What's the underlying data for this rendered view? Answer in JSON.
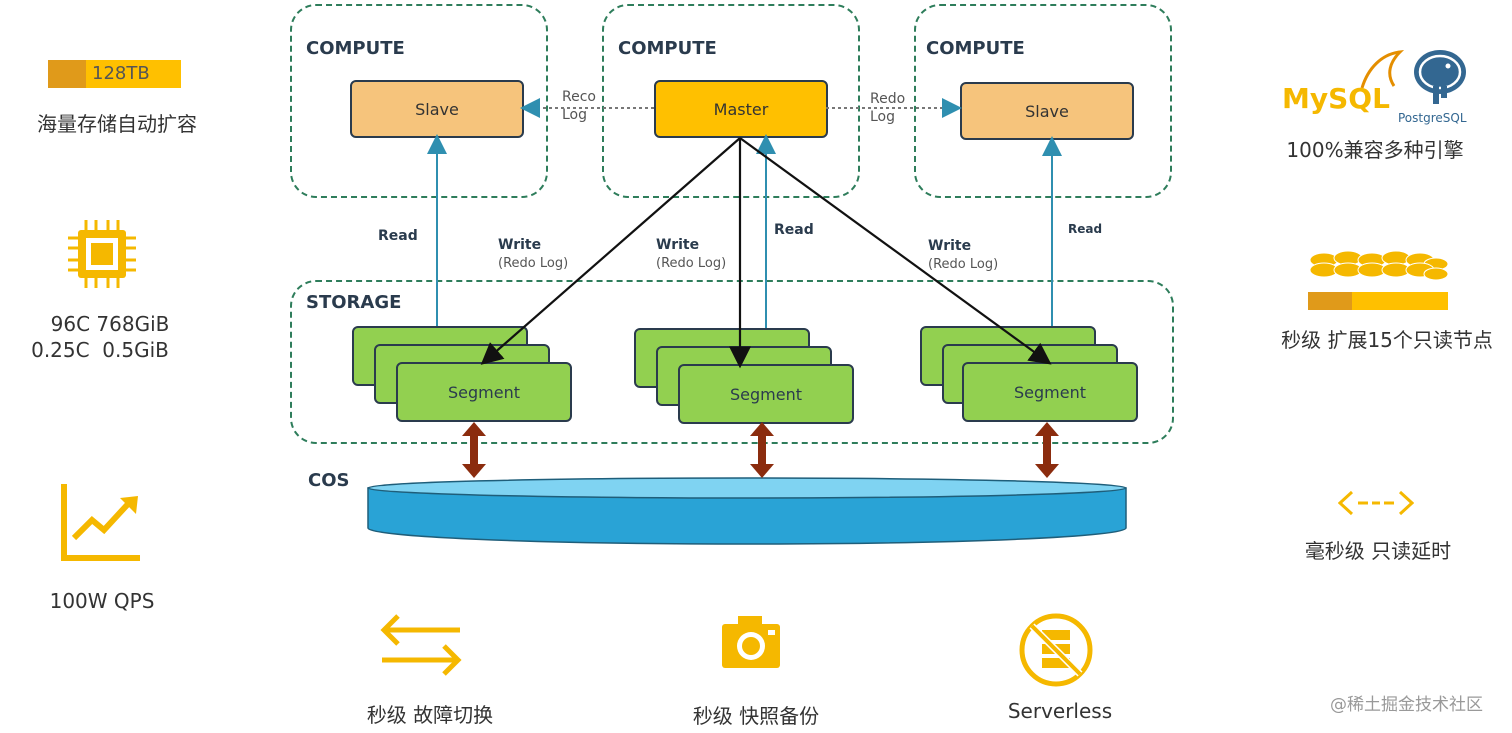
{
  "compute": {
    "title": "COMPUTE",
    "slave_label": "Slave",
    "master_label": "Master",
    "redo_left": [
      "Reco",
      "Log"
    ],
    "redo_right": [
      "Redo",
      "Log"
    ]
  },
  "flows": {
    "read": "Read",
    "write": "Write",
    "redo_log": "(Redo Log)"
  },
  "storage": {
    "title": "STORAGE",
    "segment_label": "Segment"
  },
  "cos": {
    "title": "COS"
  },
  "features_left": [
    {
      "value": "128TB",
      "label": "海量存储自动扩容"
    },
    {
      "line1": "96C 768GiB",
      "line2": "0.25C  0.5GiB"
    },
    {
      "label": "100W QPS"
    }
  ],
  "features_right": [
    {
      "logo1": "MySQL",
      "logo2": "PostgreSQL",
      "label": "100%兼容多种引擎"
    },
    {
      "label": "秒级 扩展15个只读节点"
    },
    {
      "label": "毫秒级 只读延时"
    }
  ],
  "features_bottom": [
    {
      "label": "秒级 故障切换"
    },
    {
      "label": "秒级 快照备份"
    },
    {
      "label": "Serverless"
    }
  ],
  "watermark": "@稀土掘金技术社区",
  "colors": {
    "accent": "#f5b800",
    "master": "#ffc000",
    "slave": "#f6c47c",
    "segment": "#92d050",
    "cos": "#29a3d6",
    "dashed": "#2e7d5b"
  },
  "icons": [
    "progress-bar-icon",
    "chip-icon",
    "trend-chart-icon",
    "mysql-logo-icon",
    "postgresql-logo-icon",
    "coins-icon",
    "latency-arrows-icon",
    "swap-arrows-icon",
    "camera-icon",
    "serverless-icon"
  ]
}
